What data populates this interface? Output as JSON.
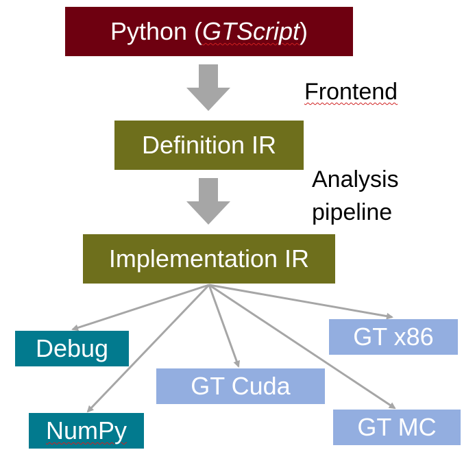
{
  "nodes": {
    "python": {
      "prefix": "Python (",
      "emphasis": "GTScript",
      "suffix": ")"
    },
    "definition": "Definition IR",
    "implementation": "Implementation IR",
    "debug": "Debug",
    "numpy": "NumPy",
    "gtcuda": "GT Cuda",
    "gtx86": "GT x86",
    "gtmc": "GT MC"
  },
  "labels": {
    "frontend": "Frontend",
    "analysis_line1": "Analysis",
    "analysis_line2": "pipeline"
  },
  "colors": {
    "python_box": "#6e0010",
    "ir_box": "#6e6f1c",
    "teal_box": "#027a8e",
    "blue_box": "#93aee0",
    "arrow": "#a6a6a6"
  },
  "edges": [
    {
      "from": "python",
      "to": "definition"
    },
    {
      "from": "definition",
      "to": "implementation"
    },
    {
      "from": "implementation",
      "to": "debug"
    },
    {
      "from": "implementation",
      "to": "numpy"
    },
    {
      "from": "implementation",
      "to": "gtcuda"
    },
    {
      "from": "implementation",
      "to": "gtx86"
    },
    {
      "from": "implementation",
      "to": "gtmc"
    }
  ]
}
